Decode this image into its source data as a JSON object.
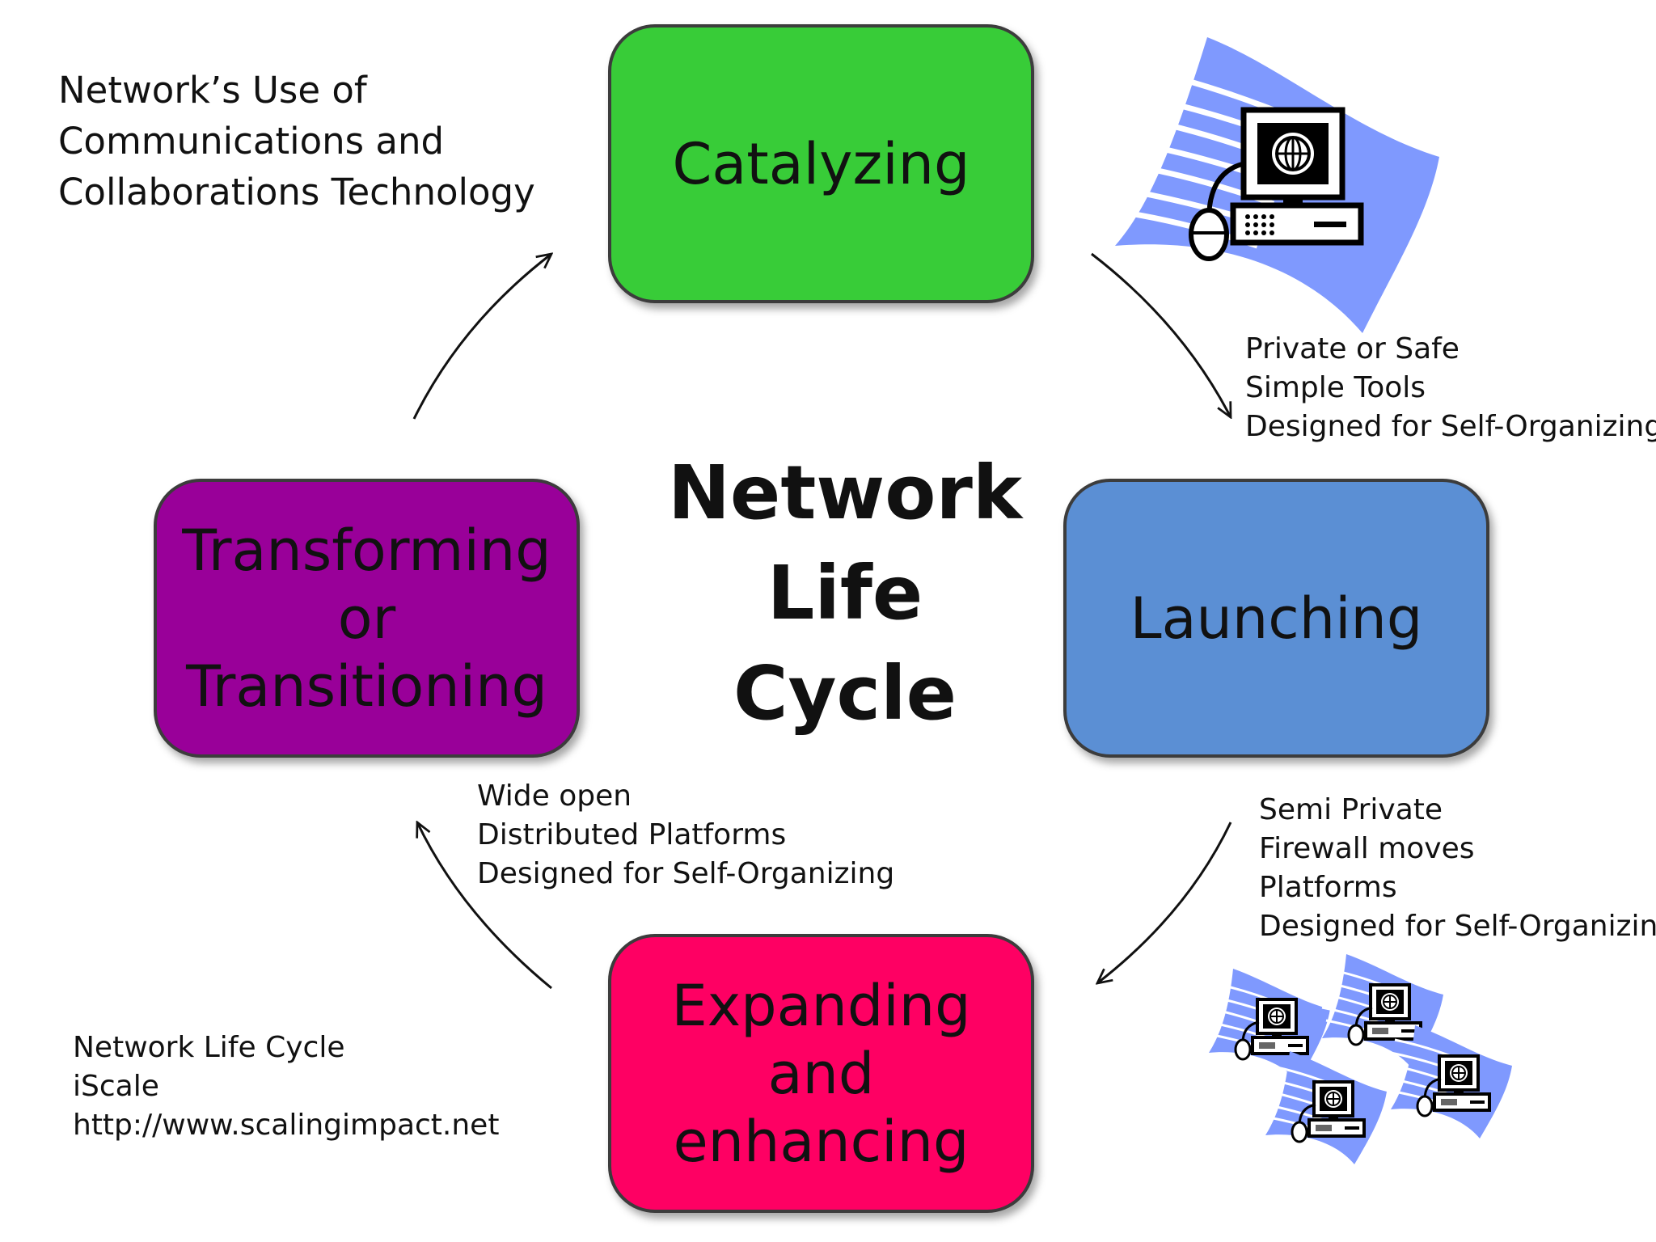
{
  "diagram": {
    "title_lines": [
      "Network",
      "Life Cycle"
    ],
    "heading_note_lines": [
      "Network’s Use of",
      "Communications and",
      "Collaborations Technology"
    ],
    "stages": {
      "catalyzing": {
        "label": "Catalyzing",
        "color": "#38cc38"
      },
      "launching": {
        "label": "Launching",
        "color": "#5b8fd4"
      },
      "expanding": {
        "label": "Expanding\nand\nenhancing",
        "color": "#fe0063"
      },
      "transforming": {
        "label": "Transforming\nor\nTransitioning",
        "color": "#990099"
      }
    },
    "notes": {
      "catalyzing_to_launching": [
        "Private  or Safe",
        "Simple Tools",
        "Designed for Self-Organizing"
      ],
      "launching_to_expanding": [
        "Semi  Private",
        "Firewall moves",
        "Platforms",
        "Designed for Self-Organizing"
      ],
      "expanding_to_transforming": [
        "Wide open",
        "Distributed Platforms",
        "Designed for Self-Organizing"
      ]
    },
    "source_lines": [
      "Network Life Cycle",
      "iScale",
      "http://www.scalingimpact.net"
    ],
    "icons": {
      "single": "computer-globe-icon",
      "group": "computer-network-icon",
      "streak_color": "#7f99fe"
    }
  }
}
